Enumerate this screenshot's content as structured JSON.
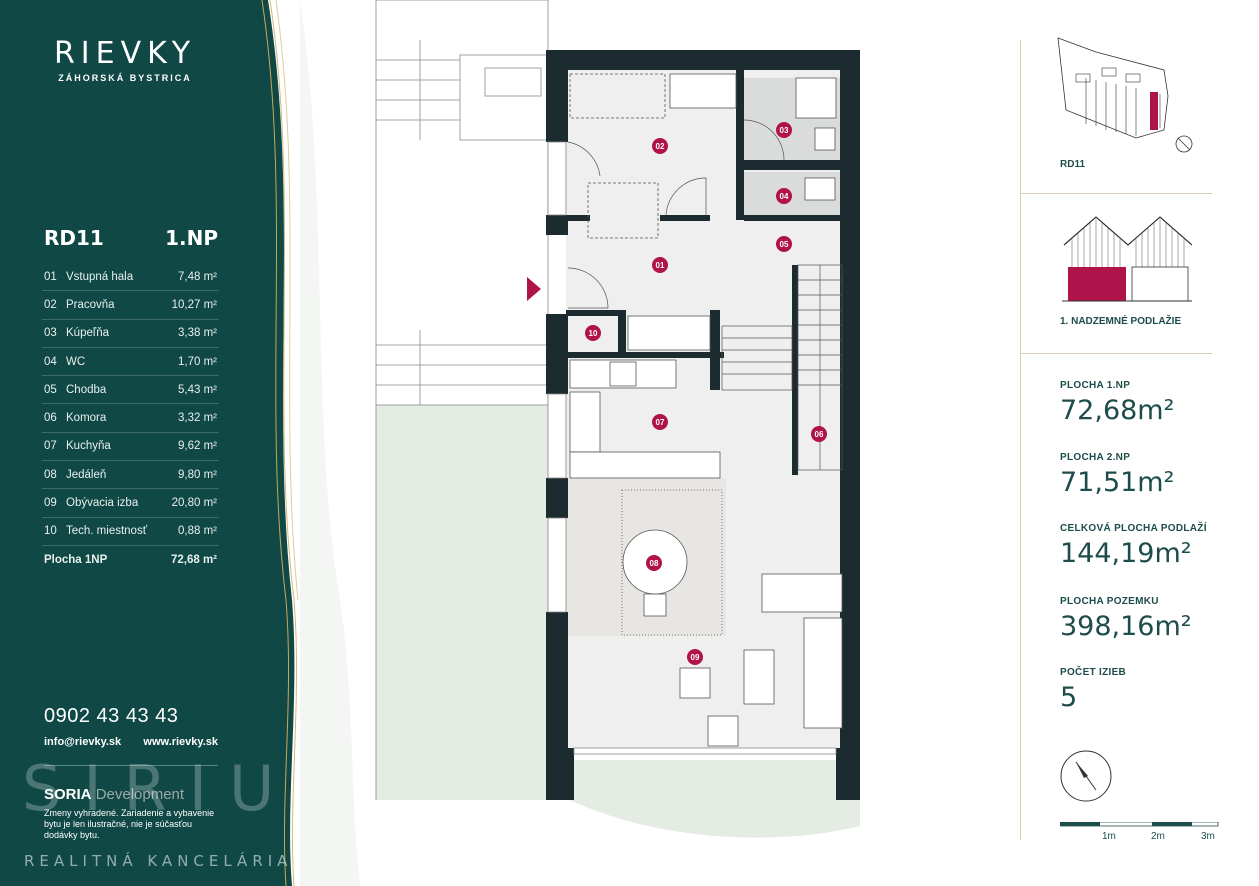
{
  "brand": {
    "name": "RIEVKY",
    "location": "ZÁHORSKÁ BYSTRICA"
  },
  "unit": {
    "code": "RD11",
    "floor": "1.NP"
  },
  "rooms": [
    {
      "no": "01",
      "name": "Vstupná hala",
      "area": "7,48 m²"
    },
    {
      "no": "02",
      "name": "Pracovňa",
      "area": "10,27 m²"
    },
    {
      "no": "03",
      "name": "Kúpeľňa",
      "area": "3,38 m²"
    },
    {
      "no": "04",
      "name": "WC",
      "area": "1,70 m²"
    },
    {
      "no": "05",
      "name": "Chodba",
      "area": "5,43 m²"
    },
    {
      "no": "06",
      "name": "Komora",
      "area": "3,32 m²"
    },
    {
      "no": "07",
      "name": "Kuchyňa",
      "area": "9,62 m²"
    },
    {
      "no": "08",
      "name": "Jedáleň",
      "area": "9,80 m²"
    },
    {
      "no": "09",
      "name": "Obývacia izba",
      "area": "20,80 m²"
    },
    {
      "no": "10",
      "name": "Tech. miestnosť",
      "area": "0,88 m²"
    }
  ],
  "total": {
    "label": "Plocha 1NP",
    "area": "72,68 m²"
  },
  "contact": {
    "phone": "0902 43 43 43",
    "email": "info@rievky.sk",
    "web": "www.rievky.sk"
  },
  "developer": {
    "name_bold": "SORIA",
    "name_light": "Development"
  },
  "disclaimer": "Zmeny vyhradené. Zariadenie a vybavenie bytu je len ilustračné, nie je súčasťou dodávky bytu.",
  "watermark": {
    "main": "SIRIUS",
    "sub": "REALITNÁ KANCELÁRIA"
  },
  "plan_labels": [
    "01",
    "02",
    "03",
    "04",
    "05",
    "06",
    "07",
    "08",
    "09",
    "10"
  ],
  "right": {
    "siteplan_label": "RD11",
    "elevation_label": "1. NADZEMNÉ PODLAŽIE",
    "stats": [
      {
        "label": "PLOCHA 1.NP",
        "value": "72,68m²"
      },
      {
        "label": "PLOCHA 2.NP",
        "value": "71,51m²"
      },
      {
        "label": "CELKOVÁ PLOCHA PODLAŽÍ",
        "value": "144,19m²"
      },
      {
        "label": "PLOCHA POZEMKU",
        "value": "398,16m²"
      },
      {
        "label": "POČET IZIEB",
        "value": "5"
      }
    ],
    "scale": [
      "1m",
      "2m",
      "3m"
    ]
  },
  "colors": {
    "panel": "#0f4845",
    "accent": "#b0124a",
    "gold": "#c9a85a",
    "text_dark": "#1d4d4a"
  }
}
